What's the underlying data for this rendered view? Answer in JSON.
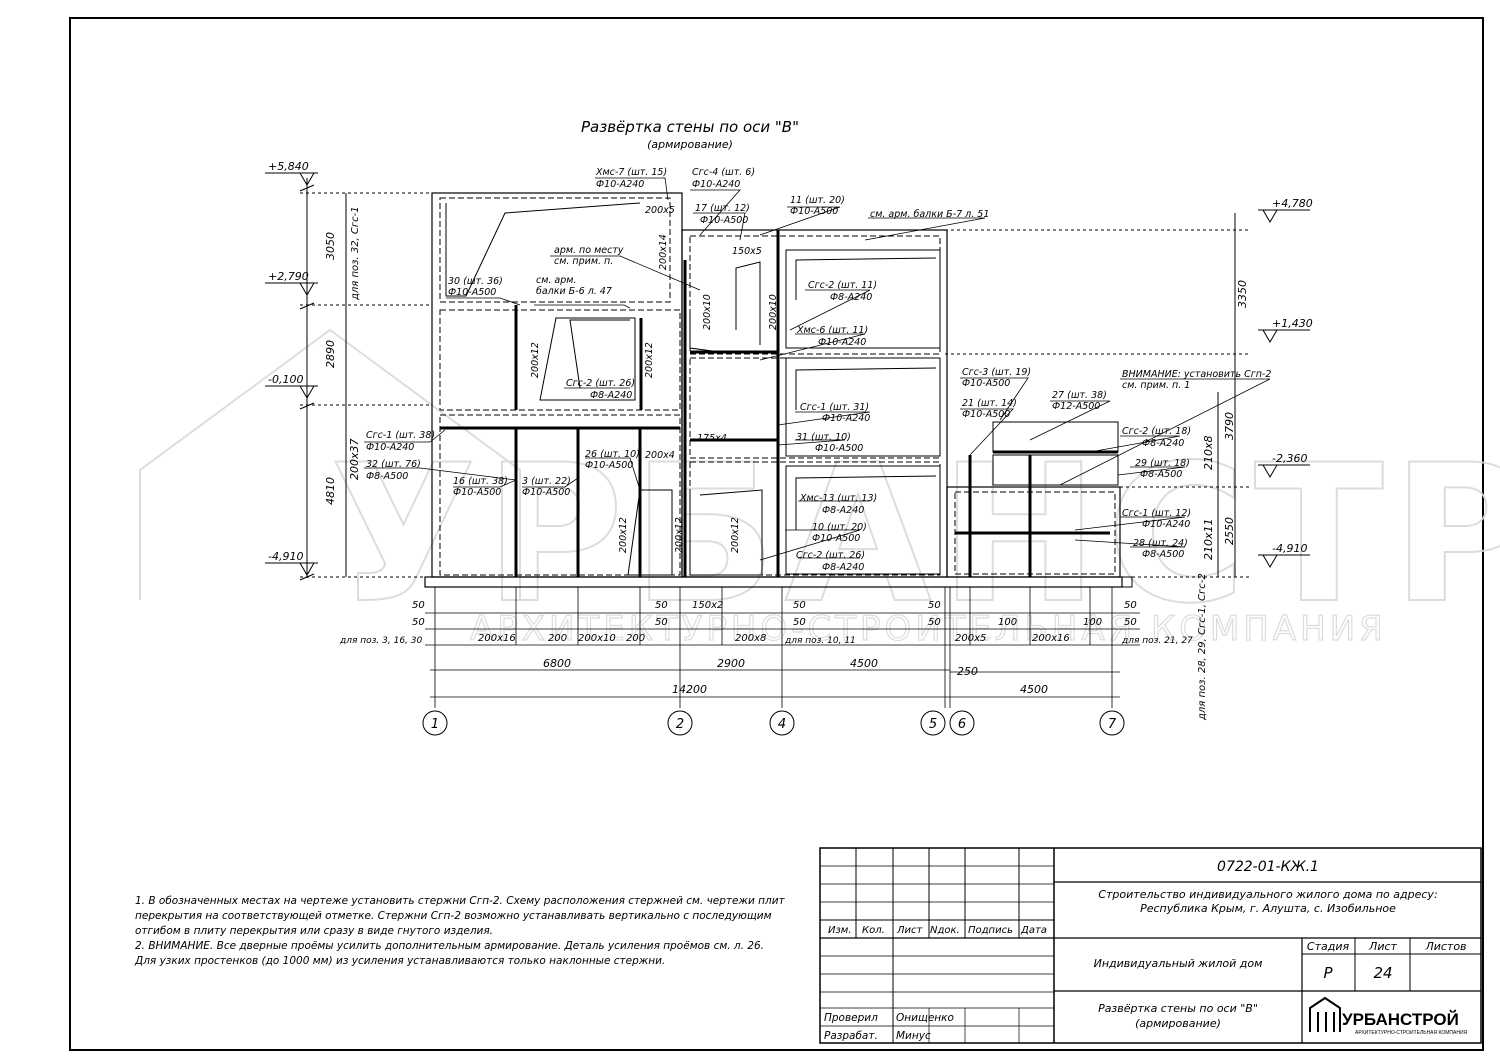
{
  "drawing": {
    "title": "Развёртка стены по оси \"В\"",
    "subtitle": "(армирование)",
    "elevations": [
      "+5,840",
      "+2,790",
      "-0,100",
      "-4,910",
      "+4,780",
      "+1,430",
      "-2,360",
      "-4,910"
    ],
    "vertical_dims_left": [
      "3050",
      "2890",
      "4810"
    ],
    "vertical_dims_right": [
      "3350",
      "3790",
      "2550"
    ],
    "vertical_text": [
      "для поз. 32, Сгс-1",
      "200х37",
      "для поз. 28, 29, Сгс-1, Сгс-2",
      "210х8",
      "210х11"
    ],
    "labels": [
      "Хмс-7 (шт. 15)",
      "Ф10-А240",
      "Сгс-4 (шт. 6)",
      "Ф10-А240",
      "17 (шт. 12)",
      "Ф10-А500",
      "11 (шт. 20)",
      "Ф10-А500",
      "см. арм. балки Б-7 л. 51",
      "арм. по месту",
      "см. прим. п.",
      "30 (шт. 36)",
      "Ф10-А500",
      "см. арм.",
      "балки Б-6 л. 47",
      "Сгс-2 (шт. 11)",
      "Ф8-А240",
      "Хмс-6 (шт. 11)",
      "Ф10-А240",
      "Сгс-2 (шт. 26)",
      "Ф8-А240",
      "Сгс-1 (шт. 31)",
      "Ф10-А240",
      "31 (шт. 10)",
      "Ф10-А500",
      "Сгс-1 (шт. 38)",
      "Ф10-А240",
      "32 (шт. 76)",
      "Ф8-А500",
      "16 (шт. 38)",
      "Ф10-А500",
      "3 (шт. 22)",
      "Ф10-А500",
      "26 (шт. 10)",
      "Ф10-А500",
      "Хмс-13 (шт. 13)",
      "Ф8-А240",
      "10 (шт. 20)",
      "Ф10-А500",
      "Сгс-2 (шт. 26)",
      "Ф8-А240",
      "Сгс-3 (шт. 19)",
      "Ф10-А500",
      "21 (шт. 14)",
      "Ф10-А500",
      "27 (шт. 38)",
      "Ф12-А500",
      "ВНИМАНИЕ: установить Сгп-2",
      "см. прим. п. 1",
      "Сгс-2 (шт. 18)",
      "Ф8-А240",
      "29 (шт. 18)",
      "Ф8-А500",
      "Сгс-1 (шт. 12)",
      "Ф10-А240",
      "28 (шт. 24)",
      "Ф8-А500"
    ],
    "steps": [
      "200х5",
      "200х14",
      "150х5",
      "200х10",
      "200х10",
      "200х12",
      "200х12",
      "175х4",
      "200х4",
      "200х12",
      "200х12",
      "200х12"
    ],
    "bottom_dims": [
      "50",
      "50",
      "200х16",
      "200",
      "200х10",
      "200",
      "50",
      "50",
      "150х2",
      "200х8",
      "50",
      "50",
      "50",
      "50",
      "200х5",
      "100",
      "200х16",
      "100",
      "50",
      "50"
    ],
    "bottom_notes": [
      "для поз. 3, 16, 30",
      "для поз. 10, 11",
      "для поз. 21, 27"
    ],
    "span_dims": [
      "6800",
      "2900",
      "4500",
      "250",
      "14200",
      "4500"
    ],
    "axes": [
      "1",
      "2",
      "4",
      "5",
      "6",
      "7"
    ],
    "watermark": "УРБАНСТРОЙ",
    "watermark_sub": "АРХИТЕКТУРНО-СТРОИТЕЛЬНАЯ КОМПАНИЯ"
  },
  "notes": [
    "1.  В обозначенных местах на чертеже установить стержни Сгп-2. Схему расположения стержней см. чертежи плит перекрытия на соответствующей отметке. Стержни Сгп-2 возможно устанавливать вертикально с последующим отгибом в плиту перекрытия или сразу в виде гнутого изделия.",
    "2.  ВНИМАНИЕ. Все дверные проёмы усилить дополнительным армирование. Деталь усиления проёмов см. л. 26. Для узких простенков (до 1000 мм) из усиления устанавливаются только наклонные стержни."
  ],
  "title_block": {
    "code": "0722-01-КЖ.1",
    "project_line1": "Строительство индивидуального жилого дома по адресу:",
    "project_line2": "Республика Крым, г. Алушта, с. Изобильное",
    "headers": [
      "Изм.",
      "Кол.",
      "Лист",
      "Nдок.",
      "Подпись",
      "Дата"
    ],
    "object": "Индивидуальный жилой дом",
    "stage_label": "Стадия",
    "sheet_label": "Лист",
    "sheets_label": "Листов",
    "stage": "Р",
    "sheet": "24",
    "sheet_title_1": "Развёртка стены по оси \"В\"",
    "sheet_title_2": "(армирование)",
    "checked_label": "Проверил",
    "checked_name": "Онищенко",
    "developed_label": "Разрабат.",
    "developed_name": "Минус",
    "logo": "УРБАНСТРОЙ",
    "logo_sub": "АРХИТЕКТУРНО-СТРОИТЕЛЬНАЯ КОМПАНИЯ"
  }
}
